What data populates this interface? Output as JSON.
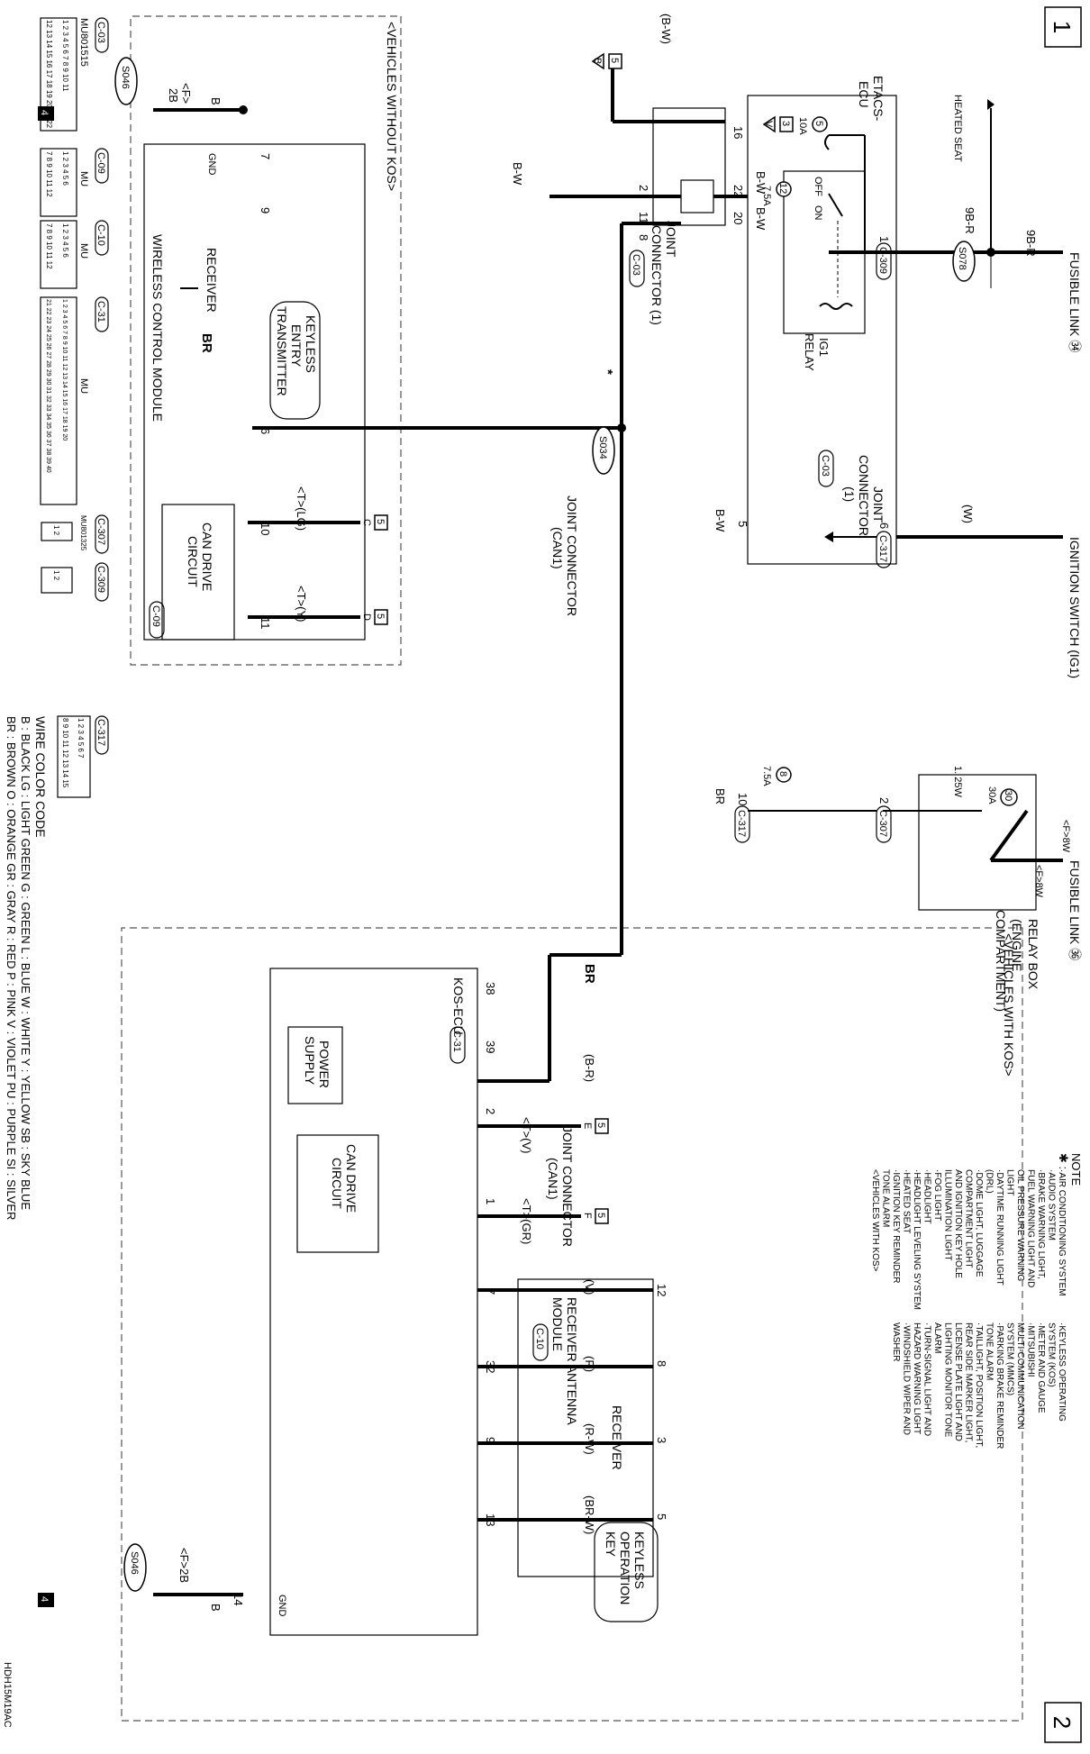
{
  "pages": {
    "first": "1",
    "second": "2"
  },
  "drawing_id": "HDH15M19AC",
  "sources": {
    "fusible_link_34": "FUSIBLE LINK ㉞",
    "ignition_switch": "IGNITION SWITCH (IG1)",
    "fusible_link_36": "FUSIBLE LINK ㊱",
    "relay_box": [
      "RELAY BOX",
      "(ENGINE",
      "COMPARTMENT)"
    ]
  },
  "etacs": {
    "title": [
      "ETACS-",
      "ECU"
    ],
    "heated_seat": "HEATED SEAT",
    "wire_9br_top": "9B-R",
    "wire_9br_mid": "9B-R",
    "s078": "S078",
    "w_label": "(W)",
    "fuse5": {
      "num": "5",
      "rating": "10A"
    },
    "fuse12": {
      "num": "12",
      "rating": "7.5A"
    },
    "fuse8": {
      "num": "8",
      "rating": "7.5A"
    },
    "fuse30": {
      "num": "30",
      "rating": "30A"
    },
    "off": "OFF",
    "on": "ON",
    "ig1_relay": [
      "IG1",
      "RELAY"
    ],
    "pin1": "1",
    "pin6": "6",
    "pin10": "10",
    "pin2": "2",
    "pin5": "5",
    "c309": "C-309",
    "c317a": "C-317",
    "c317b": "C-317",
    "c307": "C-307",
    "wire_125w": "1. 25W",
    "f8w_a": "<F>8W",
    "f8w_b": "<F>8W",
    "bw_etacs": "B-W",
    "br_etacs": "BR",
    "conn3": "3",
    "conn3_sub": "V"
  },
  "joint_connector": {
    "title": [
      "JOINT",
      "CONNECTOR",
      "(1)"
    ],
    "label": [
      "JOINT",
      "CONNECTOR (1)"
    ],
    "c03": "C-03",
    "c03b": "C-03",
    "bw_top": "(B-W)",
    "conn5": "5",
    "conn5_sub": "B",
    "pin16": "16",
    "pin22": "22",
    "pin20": "20",
    "pin2": "2",
    "pin11": "11",
    "pin8": "8",
    "bw_a": "B-W",
    "bw_b": "B-W",
    "bw_c": "B-W"
  },
  "without_kos": {
    "title": "<VEHICLES WITHOUT KOS>",
    "s046": "S046",
    "f2b": "<F>",
    "f2b_b": "2B",
    "b_label": "B",
    "ground_num": "4",
    "gnd": "GND",
    "pin7": "7",
    "pin9": "9",
    "pin6": "6",
    "pin10": "10",
    "pin11": "11",
    "receiver": "RECEIVER",
    "kes": [
      "KEYLESS",
      "ENTRY",
      "TRANSMITTER"
    ],
    "br_label": "BR",
    "s034": "S034",
    "star": "*",
    "joint_can": [
      "JOINT CONNECTOR",
      "(CAN1)"
    ],
    "t_lg": "<T>(LG)",
    "t_y": "<T>(Y)",
    "conn5a": "5",
    "conn5a_sub": "C",
    "conn5b": "5",
    "conn5b_sub": "D",
    "can_drive": [
      "CAN DRIVE",
      "CIRCUIT"
    ],
    "module": "WIRELESS CONTROL MODULE",
    "c09": "C-09"
  },
  "with_kos": {
    "title": "<VEHICLES WITH KOS>",
    "kos_ecu": "KOS-ECU",
    "c31": "C-31",
    "pin38": "38",
    "pin39": "39",
    "pin2": "2",
    "pin1": "1",
    "pin7": "7",
    "pin32": "32",
    "pin9": "9",
    "pin13": "13",
    "pin14": "14",
    "br_label": "BR",
    "b_r": "(B-R)",
    "power_supply": [
      "POWER",
      "SUPPLY"
    ],
    "can_drive": [
      "CAN DRIVE",
      "CIRCUIT"
    ],
    "joint_can": [
      "JOINT CONNECTOR",
      "(CAN1)"
    ],
    "t_v": "<T>(V)",
    "t_gr": "<T>(GR)",
    "conn5a": "5",
    "conn5a_sub": "E",
    "conn5b": "5",
    "conn5b_sub": "F",
    "ram_title": [
      "RECEIVER ANTENNA",
      "MODULE"
    ],
    "c10": "C-10",
    "receiver": "RECEIVER",
    "kok": [
      "KEYLESS",
      "OPERATION",
      "KEY"
    ],
    "ram_pin12": "12",
    "ram_pin8": "8",
    "ram_pin3": "3",
    "ram_pin5": "5",
    "v": "(V)",
    "r": "(R)",
    "rw": "(R-W)",
    "brw": "(BR-W)",
    "s046": "S046",
    "f2b": "<F>2B",
    "b_label": "B",
    "ground_num": "4",
    "gnd": "GND"
  },
  "connectors": {
    "c03": {
      "id": "C-03",
      "part": "MU801515",
      "row1": "1 2 3 4 5 6 7 8 9 10 11",
      "row2": "12 13 14 15 16 17 18 19 20 21 22"
    },
    "c09": {
      "id": "C-09",
      "row1": "1 2 3 4 5 6",
      "row2": "7 8 9 10 11 12",
      "mark": "MU"
    },
    "c10": {
      "id": "C-10",
      "row1": "1 2 3 4 5 6",
      "row2": "7 8 9 10 11 12",
      "mark": "MU"
    },
    "c31": {
      "id": "C-31",
      "row1": "1 2 3 4 5 6 7 8 9 10 11 12 13 14 15 16 17 18 19 20",
      "row2": "21 22 23 24 25 26 27 28 29 30 31 32 33 34 35 36 37 38 39 40",
      "mark": "MU"
    },
    "c307": {
      "id": "C-307",
      "part": "MU801325",
      "row": "1 2"
    },
    "c309": {
      "id": "C-309",
      "row": "1 2"
    },
    "c317": {
      "id": "C-317",
      "row1": "1 2 3 4 5 6 7",
      "row2": "8 9 10 11 12 13 14 15"
    }
  },
  "wire_color_code": {
    "title": "WIRE COLOR CODE",
    "line1": "B : BLACK   LG : LIGHT GREEN   G : GREEN   L : BLUE   W : WHITE   Y : YELLOW   SB : SKY BLUE",
    "line2": "BR : BROWN   O : ORANGE   GR : GRAY   R : RED   P : PINK   V : VIOLET   PU : PURPLE   SI : SILVER"
  },
  "note": {
    "title": "NOTE",
    "star": "✱ :",
    "col1": [
      "·AIR CONDITIONING SYSTEM",
      "·AUDIO SYSTEM",
      "·BRAKE WARNING LIGHT,",
      " FUEL WARNING LIGHT AND",
      " OIL PRESSURE WARNING",
      " LIGHT",
      "·DAYTIME RUNNING LIGHT",
      " (DRL)",
      "·DOME LIGHT, LUGGAGE",
      " COMPARTMENT LIGHT",
      " AND IGNITION KEY HOLE",
      " ILLUMINATION LIGHT",
      "·FOG LIGHT",
      "·HEADLIGHT",
      "·HEADLIGHT LEVELING SYSTEM",
      "·HEATED SEAT",
      "·IGNITION KEY REMINDER",
      " TONE ALARM",
      "<VEHICLES WITH KOS>"
    ],
    "col2": [
      "·KEYLESS OPERATING",
      " SYSTEM (KOS)",
      "·METER AND GAUGE",
      "·MITSUBISHI",
      " MULTI-COMMUNICATION",
      " SYSTEM (MMCS)",
      "·PARKING BRAKE REMINDER",
      " TONE ALARM",
      "·TAILLIGHT, POSITION LIGHT,",
      " REAR SIDE MARKER LIGHT,",
      " LICENSE PLATE LIGHT AND",
      " LIGHTING MONITOR TONE",
      " ALARM",
      "·TURN-SIGNAL LIGHT AND",
      " HAZARD WARNING LIGHT",
      "·WINDSHIELD WIPER AND",
      " WASHER"
    ]
  }
}
